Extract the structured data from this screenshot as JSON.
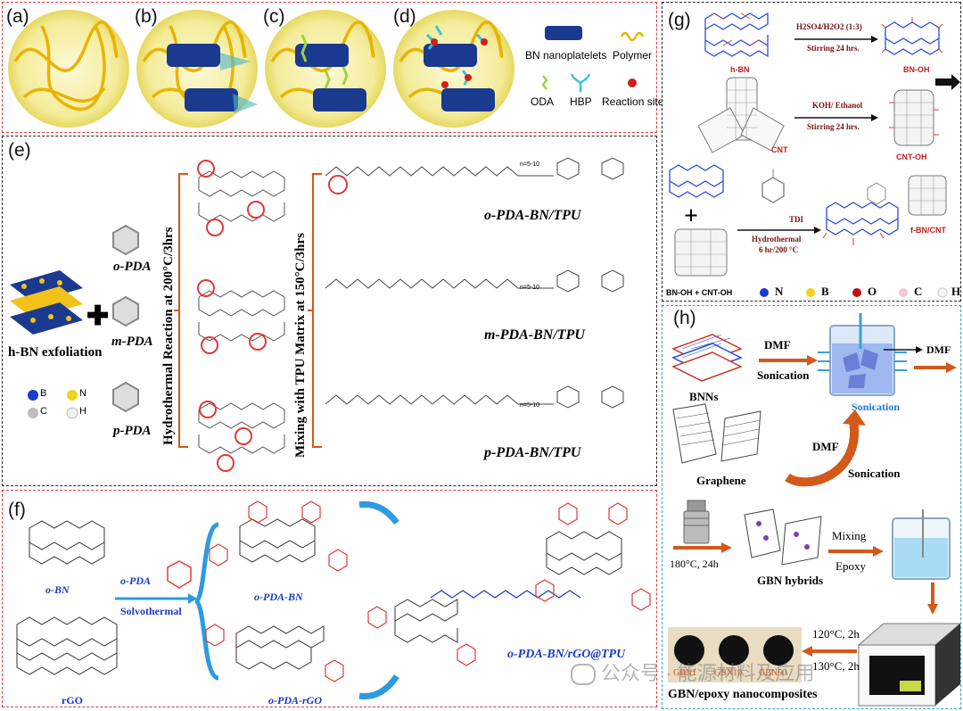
{
  "panel_labels": {
    "a": "(a)",
    "b": "(b)",
    "c": "(c)",
    "d": "(d)",
    "e": "(e)",
    "f": "(f)",
    "g": "(g)",
    "h": "(h)"
  },
  "panel_a": {
    "legend": {
      "bn": "BN nanoplatelets",
      "polymer": "Polymer",
      "oda": "ODA",
      "hbp": "HBP",
      "reaction": "Reaction sites"
    }
  },
  "panel_e": {
    "exfoliation": "h-BN exfoliation",
    "isomers": [
      "o-PDA",
      "m-PDA",
      "p-PDA"
    ],
    "step1": "Hydrothermal Reaction at 200°C/3hrs",
    "step2": "Mixing with TPU Matrix at 150°C/3hrs",
    "products": [
      "o-PDA-BN/TPU",
      "m-PDA-BN/TPU",
      "p-PDA-BN/TPU"
    ],
    "repeat": "n=5-10",
    "atoms": [
      {
        "sym": "B",
        "label": "B"
      },
      {
        "sym": "N",
        "label": "N"
      },
      {
        "sym": "C",
        "label": "C"
      },
      {
        "sym": "H",
        "label": "H"
      }
    ]
  },
  "panel_f": {
    "reactant_bn": "o-BN",
    "reactant_go": "rGO",
    "reagent": "o-PDA",
    "condition": "Solvothermal",
    "intermediate_bn": "o-PDA-BN",
    "intermediate_go": "o-PDA-rGO",
    "product": "o-PDA-BN/rGO@TPU"
  },
  "panel_g": {
    "hbn": "h-BN",
    "cond1": "H2SO4/H2O2 (1:3)",
    "stir1": "Stirring 24 hrs.",
    "bnoh": "BN-OH",
    "cnt": "CNT",
    "cond2": "KOH/ Ethanol",
    "stir2": "Stirring 24 hrs.",
    "cntoh": "CNT-OH",
    "reagent": "TDI",
    "cond3a": "Hydrothermal",
    "cond3b": "6 hr/200 °C",
    "product": "f-BN/CNT",
    "mix": "BN-OH + CNT-OH",
    "legend": [
      "N",
      "B",
      "O",
      "C",
      "H"
    ]
  },
  "panel_h": {
    "bnns": "BNNs",
    "graphene": "Graphene",
    "dmf1": "DMF",
    "sonication1": "Sonication",
    "dmf_out": "DMF",
    "sonication_blue": "Sonication",
    "dmf2": "DMF",
    "sonication2": "Sonication",
    "autoclave": "180°C, 24h",
    "hybrids": "GBN hybrids",
    "mixing": "Mixing",
    "epoxy": "Epoxy",
    "cure1": "120°C, 2h",
    "cure2": "130°C, 2h",
    "samples": [
      "GBN1",
      "GBN10",
      "GBN50"
    ],
    "composite": "GBN/epoxy nanocomposites"
  },
  "watermark": "公众号 · 能源材料及应用",
  "colors": {
    "bn_blue": "#1a3a8f",
    "polymer_yellow": "#f2c21b",
    "red_ring": "#e03a3a",
    "orange_arrow": "#d2591a",
    "blue_arrow": "#2d9be0"
  }
}
